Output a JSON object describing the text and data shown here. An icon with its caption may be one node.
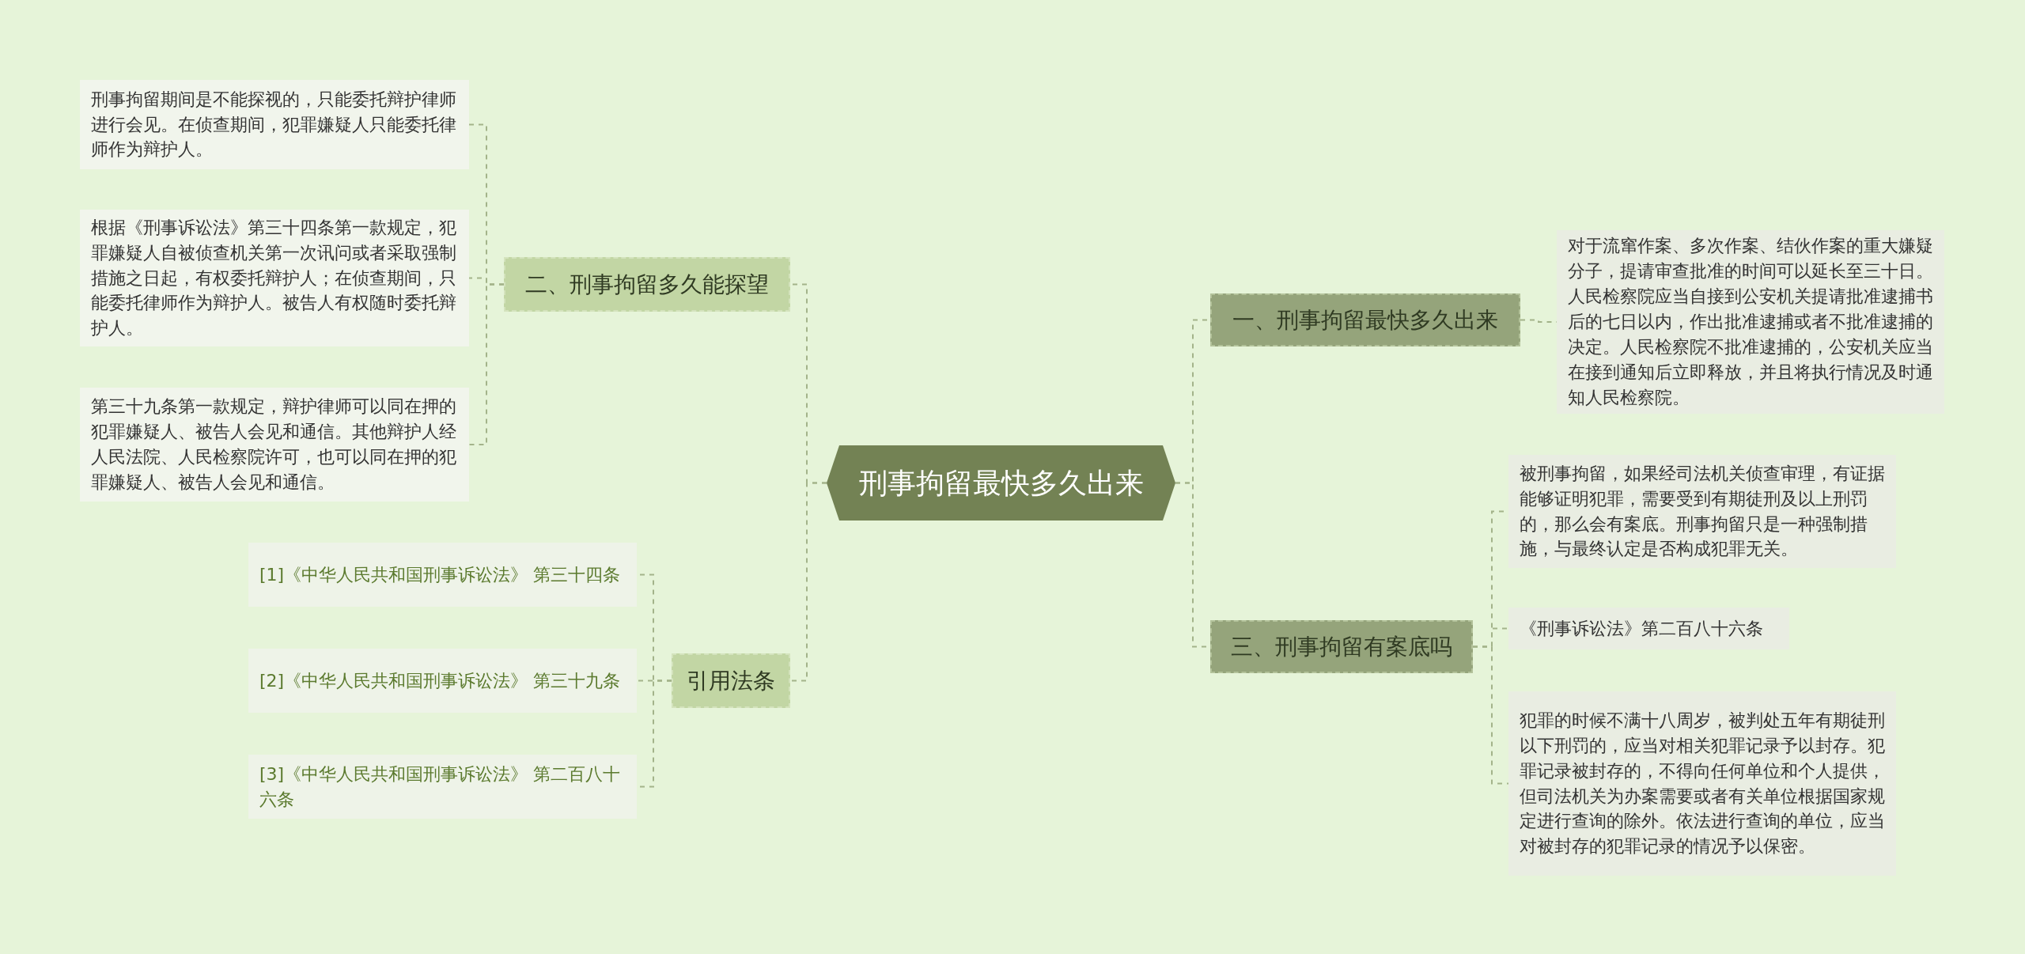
{
  "diagram": {
    "nodes": [
      {
        "text": [
          "刑事拘留最快多久出来"
        ]
      },
      {
        "text": [
          "一、刑事拘留最快多久出来"
        ]
      },
      {
        "text": [
          "对于流窜作案、多次作案、结伙作案的重大嫌疑分子，提请审查批准的时间可以延长至三十日。人民检察院应当自接到公安机关提请批准逮捕书后的七日以内，作出批准逮捕或者不批准逮捕的决定。人民检察院不批准逮捕的，公安机关应当在接到通知后立即释放，并且将执行情况及时通知人民检察院。"
        ]
      },
      {
        "text": [
          "三、刑事拘留有案底吗"
        ]
      },
      {
        "text": [
          "被刑事拘留，如果经司法机关侦查审理，有证据能够证明犯罪，需要受到有期徒刑及以上刑罚的，那么会有案底。刑事拘留只是一种强制措施，与最终认定是否构成犯罪无关。"
        ]
      },
      {
        "text": [
          "《刑事诉讼法》第二百八十六条"
        ]
      },
      {
        "text": [
          "犯罪的时候不满十八周岁，被判处五年有期徒刑以下刑罚的，应当对相关犯罪记录予以封存。犯罪记录被封存的，不得向任何单位和个人提供，但司法机关为办案需要或者有关单位根据国家规定进行查询的除外。依法进行查询的单位，应当对被封存的犯罪记录的情况予以保密。"
        ]
      },
      {
        "text": [
          "二、刑事拘留多久能探望"
        ]
      },
      {
        "text": [
          "刑事拘留期间是不能探视的，只能委托辩护律师进行会见。在侦查期间，犯罪嫌疑人只能委托律师作为辩护人。"
        ]
      },
      {
        "text": [
          "根据《刑事诉讼法》第三十四条第一款规定，犯罪嫌疑人自被侦查机关第一次讯问或者采取强制措施之日起，有权委托辩护人；在侦查期间，只能委托律师作为辩护人。被告人有权随时委托辩护人。"
        ]
      },
      {
        "text": [
          "第三十九条第一款规定，辩护律师可以同在押的犯罪嫌疑人、被告人会见和通信。其他辩护人经人民法院、人民检察院许可，也可以同在押的犯罪嫌疑人、被告人会见和通信。"
        ]
      },
      {
        "text": [
          "引用法条"
        ]
      },
      {
        "text": [
          "[1]《中华人民共和国刑事诉讼法》 第三十四条"
        ]
      },
      {
        "text": [
          "[2]《中华人民共和国刑事诉讼法》 第三十九条"
        ]
      },
      {
        "text": [
          "[3]《中华人民共和国刑事诉讼法》 第二百八十六条"
        ]
      }
    ],
    "edges": [
      {
        "from": 0,
        "to": 1,
        "arrow": "none"
      },
      {
        "from": 1,
        "to": 2,
        "arrow": "none"
      },
      {
        "from": 0,
        "to": 3,
        "arrow": "none"
      },
      {
        "from": 3,
        "to": 4,
        "arrow": "none"
      },
      {
        "from": 3,
        "to": 5,
        "arrow": "none"
      },
      {
        "from": 3,
        "to": 6,
        "arrow": "none"
      },
      {
        "from": 0,
        "to": 7,
        "arrow": "none"
      },
      {
        "from": 7,
        "to": 8,
        "arrow": "none"
      },
      {
        "from": 7,
        "to": 9,
        "arrow": "none"
      },
      {
        "from": 7,
        "to": 10,
        "arrow": "none"
      },
      {
        "from": 0,
        "to": 11,
        "arrow": "none"
      },
      {
        "from": 11,
        "to": 12,
        "arrow": "none"
      },
      {
        "from": 11,
        "to": 13,
        "arrow": "none"
      },
      {
        "from": 11,
        "to": 14,
        "arrow": "none"
      }
    ]
  }
}
